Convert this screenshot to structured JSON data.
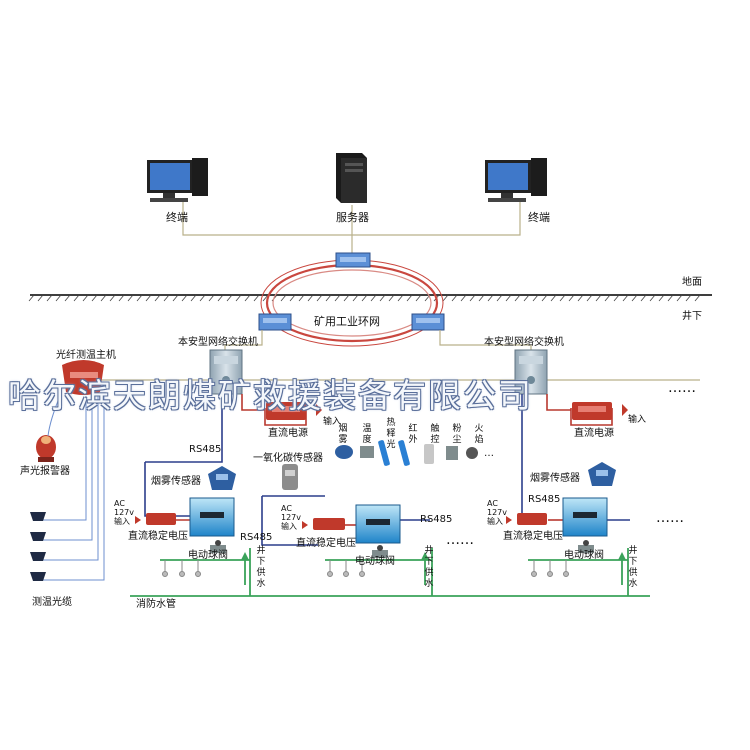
{
  "surface": {
    "top": {
      "terminal_left": "终端",
      "server": "服务器",
      "terminal_right": "终端"
    },
    "ground_label": "地面",
    "underground_label": "井下",
    "ring_label": "矿用工业环网"
  },
  "left_section": {
    "host": "光纤测温主机",
    "alarm": "声光报警器",
    "cable": "测温光缆"
  },
  "switch_label": "本安型网络交换机",
  "dc_power": "直流电源",
  "ac_input": "输入",
  "ac_lines": [
    "AC",
    "127v",
    "输入"
  ],
  "rs485": "RS485",
  "smoke_sensor": "烟雾传感器",
  "dc_regulator": "直流稳定电压",
  "ball_valve": "电动球阀",
  "water_supply": "井下供水",
  "co_sensor": "一氧化碳传感器",
  "sensor_icons": [
    "烟雾",
    "温度",
    "热释光",
    "红外",
    "触控",
    "粉尘",
    "火焰"
  ],
  "ellipsis": "……",
  "fire_pipe": "消防水管",
  "watermark": "哈尔滨天朗煤矿救援装备有限公司",
  "colors": {
    "ring": "#c0392b",
    "green_pipe": "#3aa25a",
    "blue_line": "#2c3e8c",
    "device_blue": "#2f7fc8"
  }
}
